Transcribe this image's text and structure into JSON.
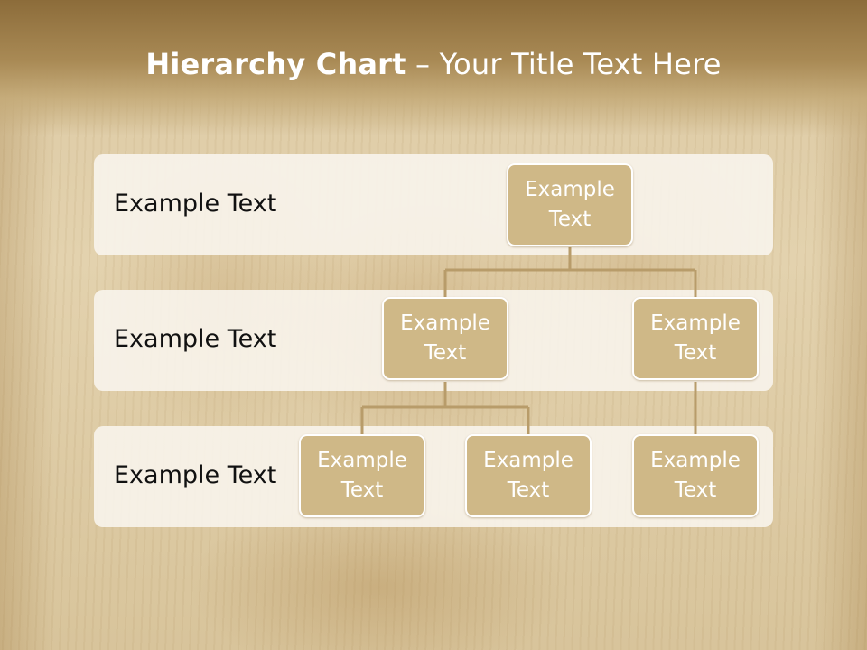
{
  "title": {
    "bold": "Hierarchy Chart",
    "rest": " – Your Title Text Here"
  },
  "levels": [
    {
      "label": "Example Text"
    },
    {
      "label": "Example Text"
    },
    {
      "label": "Example Text"
    }
  ],
  "nodes": {
    "root": "Example Text",
    "left": "Example Text",
    "right": "Example Text",
    "left_child_1": "Example Text",
    "left_child_2": "Example Text",
    "right_child": "Example Text"
  },
  "colors": {
    "node_fill": "#cfb887",
    "node_border": "#ffffff",
    "connector": "#b89c6a",
    "band_fill": "#f8f4ec",
    "title_band": "#a98a55"
  }
}
